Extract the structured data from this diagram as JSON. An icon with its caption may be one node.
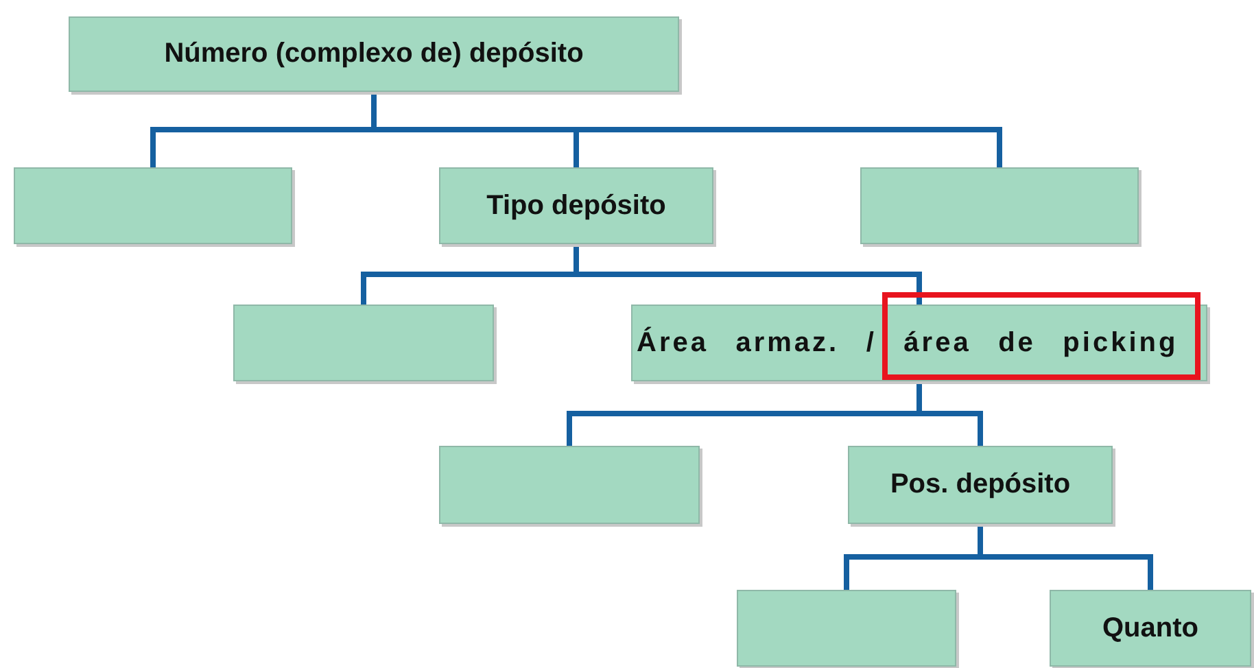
{
  "diagram": {
    "nodes": [
      {
        "text": [
          "Número (complexo de) depósito"
        ]
      },
      {
        "text": [],
        "shape": "box"
      },
      {
        "text": [
          "Tipo depósito"
        ]
      },
      {
        "text": [],
        "shape": "box"
      },
      {
        "text": [],
        "shape": "box"
      },
      {
        "text": [
          "Área armaz. / área de picking"
        ]
      },
      {
        "text": [],
        "shape": "box"
      },
      {
        "text": [
          "Pos. depósito"
        ]
      },
      {
        "text": [],
        "shape": "box"
      },
      {
        "text": [
          "Quanto"
        ]
      }
    ],
    "edges": [
      {
        "from": 0,
        "to": 1,
        "arrow": "none"
      },
      {
        "from": 0,
        "to": 2,
        "arrow": "none"
      },
      {
        "from": 0,
        "to": 3,
        "arrow": "none"
      },
      {
        "from": 2,
        "to": 4,
        "arrow": "none"
      },
      {
        "from": 2,
        "to": 5,
        "arrow": "none"
      },
      {
        "from": 5,
        "to": 6,
        "arrow": "none"
      },
      {
        "from": 5,
        "to": 7,
        "arrow": "none"
      },
      {
        "from": 7,
        "to": 8,
        "arrow": "none"
      },
      {
        "from": 7,
        "to": 9,
        "arrow": "none"
      }
    ]
  }
}
